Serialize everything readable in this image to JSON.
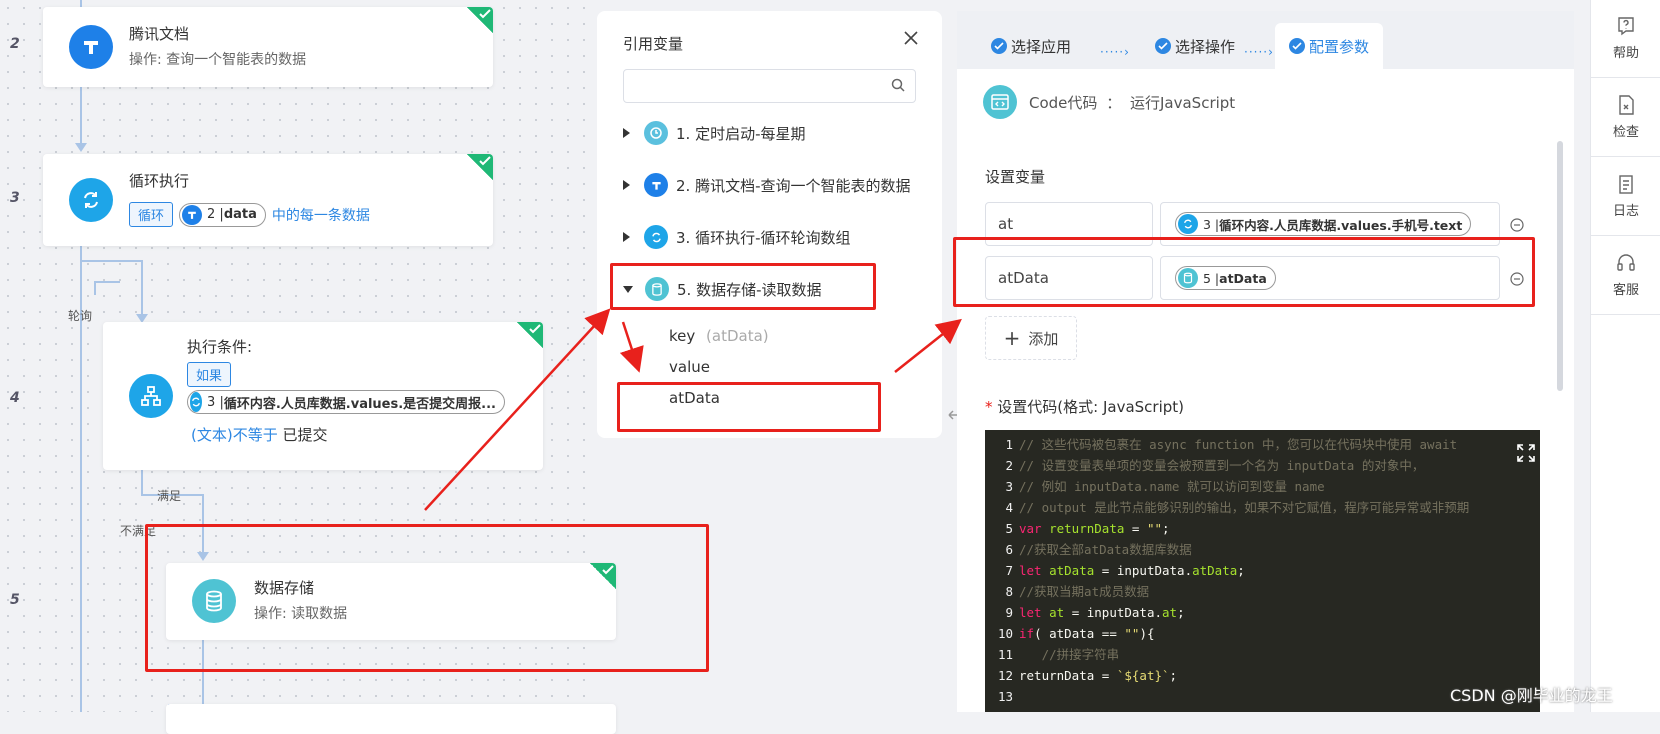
{
  "flow": {
    "rows": [
      "2",
      "3",
      "4",
      "5"
    ],
    "node_docs": {
      "title": "腾讯文档",
      "subtitle": "操作: 查询一个智能表的数据"
    },
    "node_loop": {
      "title": "循环执行",
      "tag": "循环",
      "pill": "2 | data",
      "pill_num": "2 | ",
      "pill_bold": "data",
      "suffix": "中的每一条数据"
    },
    "loop_label": "轮询",
    "node_cond": {
      "title": "执行条件:",
      "tag": "如果",
      "pill_num": "3 | ",
      "pill_bold": "循环内容.人员库数据.values.是否提交周报...",
      "cond_prefix": "(文本)不等于",
      "cond_value": "已提交"
    },
    "branch_yes": "满足",
    "branch_no": "不满足",
    "node_storage": {
      "title": "数据存储",
      "subtitle": "操作: 读取数据"
    }
  },
  "ref_panel": {
    "title": "引用变量",
    "search_placeholder": "",
    "items": [
      {
        "label": "1. 定时启动-每星期",
        "color": "#5bc0de"
      },
      {
        "label": "2. 腾讯文档-查询一个智能表的数据",
        "color": "#1e80e8"
      },
      {
        "label": "3. 循环执行-循环轮询数组",
        "color": "#1ea5e8"
      },
      {
        "label": "5. 数据存储-读取数据",
        "color": "#4fc3d3"
      }
    ],
    "sub_items": [
      {
        "label": "key",
        "hint": "(atData)"
      },
      {
        "label": "value",
        "hint": ""
      },
      {
        "label": "atData",
        "hint": ""
      }
    ]
  },
  "config": {
    "tabs": [
      "选择应用",
      "选择操作",
      "配置参数"
    ],
    "app_name": "Code代码",
    "app_sep": "：",
    "app_action": "运行JavaScript",
    "vars_title": "设置变量",
    "vars": [
      {
        "name": "at",
        "pill_num": "3 | ",
        "pill_bold": "循环内容.人员库数据.values.手机号.text"
      },
      {
        "name": "atData",
        "pill_num": "5 | ",
        "pill_bold": "atData"
      }
    ],
    "add_label": "添加",
    "code_title": "设置代码(格式: JavaScript)",
    "code_required": "*",
    "code_lines": [
      {
        "n": "1",
        "t": "// 这些代码被包裹在 async function 中，您可以在代码块中使用 await"
      },
      {
        "n": "2",
        "t": "// 设置变量表单项的变量会被预置到一个名为 inputData 的对象中，"
      },
      {
        "n": "3",
        "t": "// 例如 inputData.name 就可以访问到变量 name"
      },
      {
        "n": "4",
        "t": "// output 是此节点能够识别的输出，如果不对它赋值，程序可能异常或非预期"
      },
      {
        "n": "5",
        "t": "var returnData = \"\";"
      },
      {
        "n": "6",
        "t": "//获取全部atData数据库数据"
      },
      {
        "n": "7",
        "t": "let atData = inputData.atData;"
      },
      {
        "n": "8",
        "t": "//获取当期at成员数据"
      },
      {
        "n": "9",
        "t": "let at = inputData.at;"
      },
      {
        "n": "10",
        "t": "if( atData == \"\"){"
      },
      {
        "n": "11",
        "t": "   //拼接字符串"
      },
      {
        "n": "12",
        "t": "returnData = `${at}`;"
      },
      {
        "n": "13",
        "t": ""
      }
    ]
  },
  "sidebar": {
    "items": [
      "帮助",
      "检查",
      "日志",
      "客服"
    ]
  },
  "watermark": "CSDN @刚毕业的龙王",
  "colors": {
    "accent": "#2d87e2",
    "success": "#1fb876",
    "highlight": "#e8211c"
  }
}
